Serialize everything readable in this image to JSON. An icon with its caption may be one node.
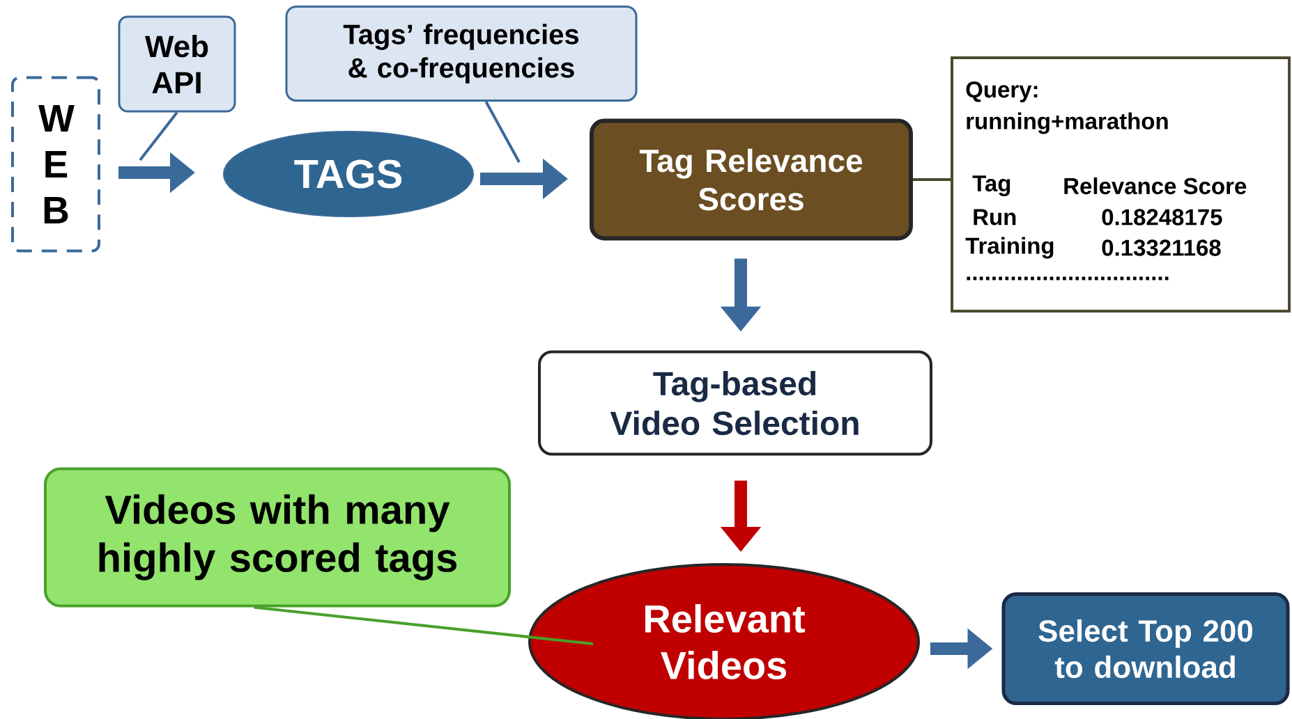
{
  "diagram": {
    "nodes": [
      {
        "text": [
          "W E B"
        ]
      },
      {
        "text": [
          "Web API"
        ]
      },
      {
        "text": [
          "TAGS"
        ]
      },
      {
        "text": [
          "Tags’ frequencies & co-frequencies"
        ]
      },
      {
        "text": [
          "Tag Relevance Scores"
        ]
      },
      {
        "text": [
          "Query:",
          "running+marathon",
          "Tag",
          "Relevance Score",
          "Run",
          "0.18248175",
          "Training",
          "0.13321168",
          "................................"
        ]
      },
      {
        "text": [
          "Tag-based Video Selection"
        ]
      },
      {
        "text": [
          "Videos with many highly scored tags"
        ]
      },
      {
        "text": [
          "Relevant Videos"
        ]
      },
      {
        "text": [
          "Select Top 200 to download"
        ]
      }
    ],
    "edges": [
      {
        "from": 0,
        "to": 2,
        "arrow": "to"
      },
      {
        "from": 2,
        "to": 4,
        "arrow": "to"
      },
      {
        "from": 4,
        "to": 6,
        "arrow": "to"
      },
      {
        "from": 6,
        "to": 8,
        "arrow": "to",
        "color": "#c00000"
      },
      {
        "from": 8,
        "to": 9,
        "arrow": "to"
      },
      {
        "from": 1,
        "to": null,
        "arrow": "none"
      },
      {
        "from": 3,
        "to": null,
        "arrow": "none"
      },
      {
        "from": 4,
        "to": 5,
        "arrow": "none",
        "color": "#4b4a30"
      },
      {
        "from": 7,
        "to": 8,
        "arrow": "none",
        "color": "#4aa02a"
      }
    ]
  }
}
